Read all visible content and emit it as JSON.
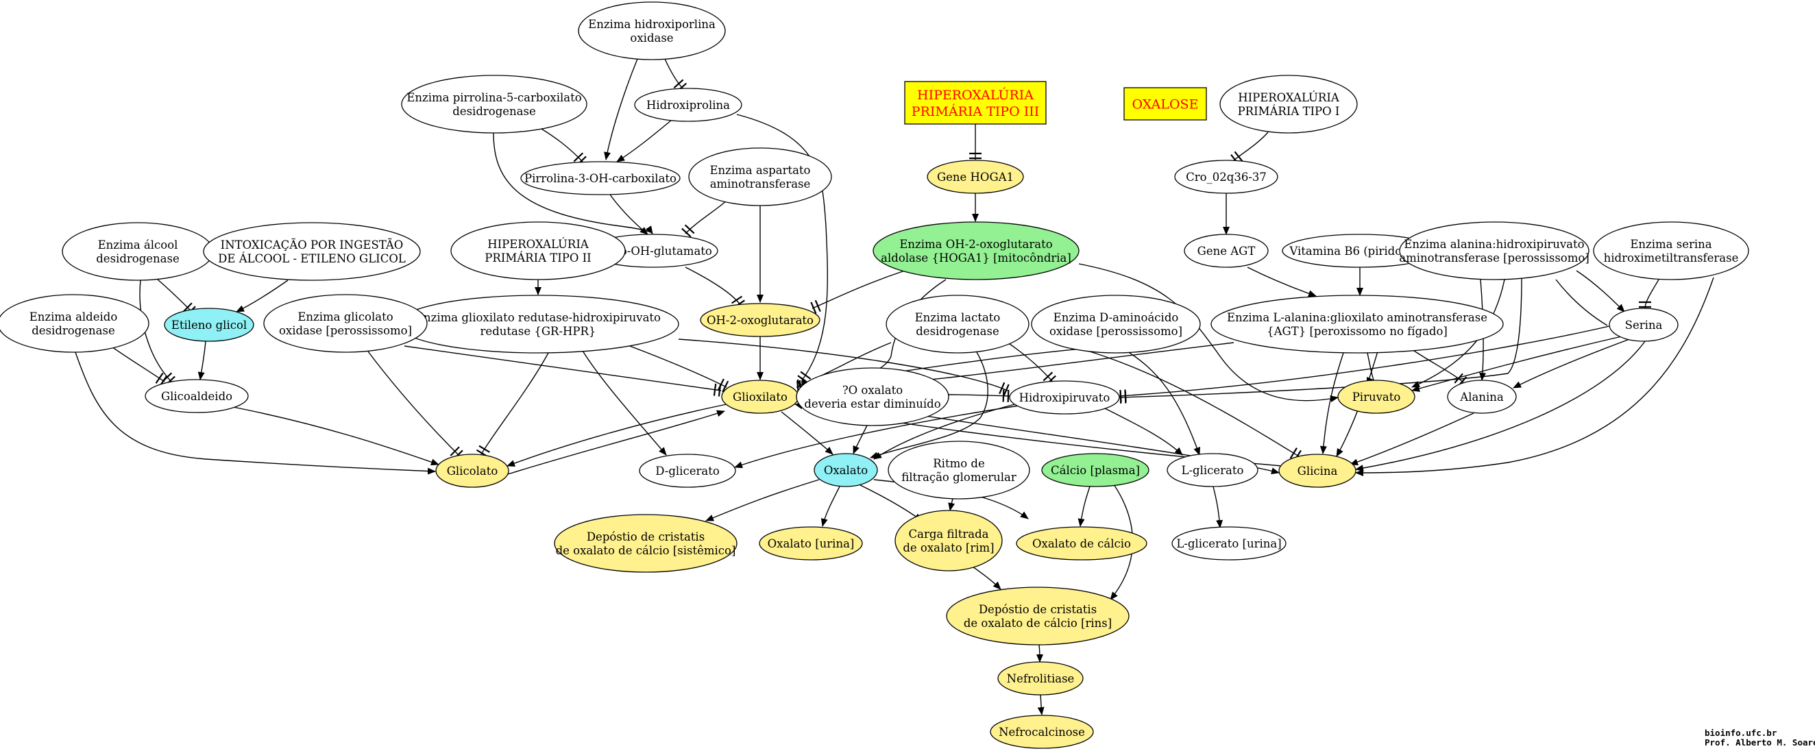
{
  "colors": {
    "yellow": "#fff18e",
    "green": "#93f193",
    "cyan": "#8ff1f5",
    "white": "#ffffff",
    "box_fill": "#ffff00",
    "box_red_text": "#ff0000",
    "edge": "#000000"
  },
  "nodes": [
    {
      "id": "n01",
      "lines": [
        "Enzima hidroxiporlina",
        "oxidase"
      ],
      "fill": "white"
    },
    {
      "id": "n02",
      "lines": [
        "Enzima pirrolina-5-carboxilato",
        "desidrogenase"
      ],
      "fill": "white"
    },
    {
      "id": "n03",
      "lines": [
        "Hidroxiprolina"
      ],
      "fill": "white"
    },
    {
      "id": "n04",
      "lines": [
        "Pirrolina-3-OH-carboxilato"
      ],
      "fill": "white"
    },
    {
      "id": "n05",
      "lines": [
        "Enzima aspartato",
        "aminotransferase"
      ],
      "fill": "white"
    },
    {
      "id": "n06",
      "lines": [
        "Eritro-OH-glutamato"
      ],
      "fill": "white"
    },
    {
      "id": "n07",
      "lines": [
        "HIPEROXALÚRIA",
        "PRIMÁRIA TIPO II"
      ],
      "fill": "white"
    },
    {
      "id": "n08",
      "lines": [
        "Enzima glioxilato redutase-hidroxipiruvato",
        "redutase {GR-HPR}"
      ],
      "fill": "white"
    },
    {
      "id": "n09",
      "lines": [
        "OH-2-oxoglutarato"
      ],
      "fill": "yellow"
    },
    {
      "id": "n10",
      "lines": [
        "Enzima álcool",
        "desidrogenase"
      ],
      "fill": "white"
    },
    {
      "id": "n11",
      "lines": [
        "INTOXICAÇÃO POR INGESTÃO",
        "DE ÁLCOOL - ETILENO GLICOL"
      ],
      "fill": "white"
    },
    {
      "id": "n12",
      "lines": [
        "Etileno glicol"
      ],
      "fill": "cyan"
    },
    {
      "id": "n13",
      "lines": [
        "Enzima aldeido",
        "desidrogenase"
      ],
      "fill": "white"
    },
    {
      "id": "n14",
      "lines": [
        "Glicoaldeido"
      ],
      "fill": "white"
    },
    {
      "id": "n15",
      "lines": [
        "Enzima glicolato",
        "oxidase [perossissomo]"
      ],
      "fill": "white"
    },
    {
      "id": "n16",
      "lines": [
        "Glicolato"
      ],
      "fill": "yellow"
    },
    {
      "id": "n17",
      "lines": [
        "Glioxilato"
      ],
      "fill": "yellow"
    },
    {
      "id": "n18",
      "lines": [
        "D-glicerato"
      ],
      "fill": "white"
    },
    {
      "id": "n19",
      "lines": [
        "?O oxalato",
        "deveria estar diminuído"
      ],
      "fill": "white"
    },
    {
      "id": "n20",
      "lines": [
        "Oxalato"
      ],
      "fill": "cyan"
    },
    {
      "id": "n21",
      "lines": [
        "Depóstio de cristatis",
        "de oxalato de cálcio [sistêmico]"
      ],
      "fill": "yellow"
    },
    {
      "id": "n22",
      "lines": [
        "Oxalato [urina]"
      ],
      "fill": "yellow"
    },
    {
      "id": "n23",
      "lines": [
        "Ritmo de",
        "filtração glomerular"
      ],
      "fill": "white"
    },
    {
      "id": "n24",
      "lines": [
        "Carga filtrada",
        "de oxalato [rim]"
      ],
      "fill": "yellow"
    },
    {
      "id": "n25",
      "lines": [
        "Oxalato de cálcio"
      ],
      "fill": "yellow"
    },
    {
      "id": "n26",
      "lines": [
        "Cálcio [plasma]"
      ],
      "fill": "green"
    },
    {
      "id": "n27",
      "lines": [
        "Depóstio de cristatis",
        "de oxalato de cálcio [rins]"
      ],
      "fill": "yellow"
    },
    {
      "id": "n28",
      "lines": [
        "Nefrolitiase"
      ],
      "fill": "yellow"
    },
    {
      "id": "n29",
      "lines": [
        "Nefrocalcinose"
      ],
      "fill": "yellow"
    },
    {
      "id": "n30",
      "lines": [
        "Gene HOGA1"
      ],
      "fill": "yellow"
    },
    {
      "id": "n31",
      "lines": [
        "Enzima OH-2-oxoglutarato",
        "aldolase {HOGA1} [mitocôndria]"
      ],
      "fill": "green"
    },
    {
      "id": "n32",
      "lines": [
        "Enzima lactato",
        "desidrogenase"
      ],
      "fill": "white"
    },
    {
      "id": "n33",
      "lines": [
        "Enzima D-aminoácido",
        "oxidase [perossissomo]"
      ],
      "fill": "white"
    },
    {
      "id": "n34",
      "lines": [
        "Hidroxipiruvato"
      ],
      "fill": "white"
    },
    {
      "id": "n35",
      "lines": [
        "L-glicerato"
      ],
      "fill": "white"
    },
    {
      "id": "n36",
      "lines": [
        "L-glicerato [urina]"
      ],
      "fill": "white"
    },
    {
      "id": "n37",
      "lines": [
        "HIPEROXALÚRIA",
        "PRIMÁRIA TIPO I"
      ],
      "fill": "white"
    },
    {
      "id": "n38",
      "lines": [
        "Cro_02q36-37"
      ],
      "fill": "white"
    },
    {
      "id": "n39",
      "lines": [
        "Gene AGT"
      ],
      "fill": "white"
    },
    {
      "id": "n40",
      "lines": [
        "Vitamina B6 (piridoxina)"
      ],
      "fill": "white"
    },
    {
      "id": "n41",
      "lines": [
        "Enzima L-alanina:glioxilato aminotransferase",
        "{AGT} [peroxissomo no fígado]"
      ],
      "fill": "white"
    },
    {
      "id": "n42",
      "lines": [
        "Enzima alanina:hidroxipiruvato",
        "aminotransferase [perossissomo]"
      ],
      "fill": "white"
    },
    {
      "id": "n43",
      "lines": [
        "Enzima serina",
        "hidroximetiltransferase"
      ],
      "fill": "white"
    },
    {
      "id": "n44",
      "lines": [
        "Serina"
      ],
      "fill": "white"
    },
    {
      "id": "n45",
      "lines": [
        "Piruvato"
      ],
      "fill": "yellow"
    },
    {
      "id": "n46",
      "lines": [
        "Alanina"
      ],
      "fill": "white"
    },
    {
      "id": "n47",
      "lines": [
        "Glicina"
      ],
      "fill": "yellow"
    }
  ],
  "boxes": [
    {
      "id": "b1",
      "lines": [
        "HIPEROXALÚRIA",
        "PRIMÁRIA TIPO III"
      ],
      "text_color": "box_red_text"
    },
    {
      "id": "b2",
      "lines": [
        "OXALOSE"
      ],
      "text_color": "box_red_text"
    }
  ],
  "credit": [
    "bioinfo.ufc.br",
    "Prof. Alberto M. Soares"
  ]
}
